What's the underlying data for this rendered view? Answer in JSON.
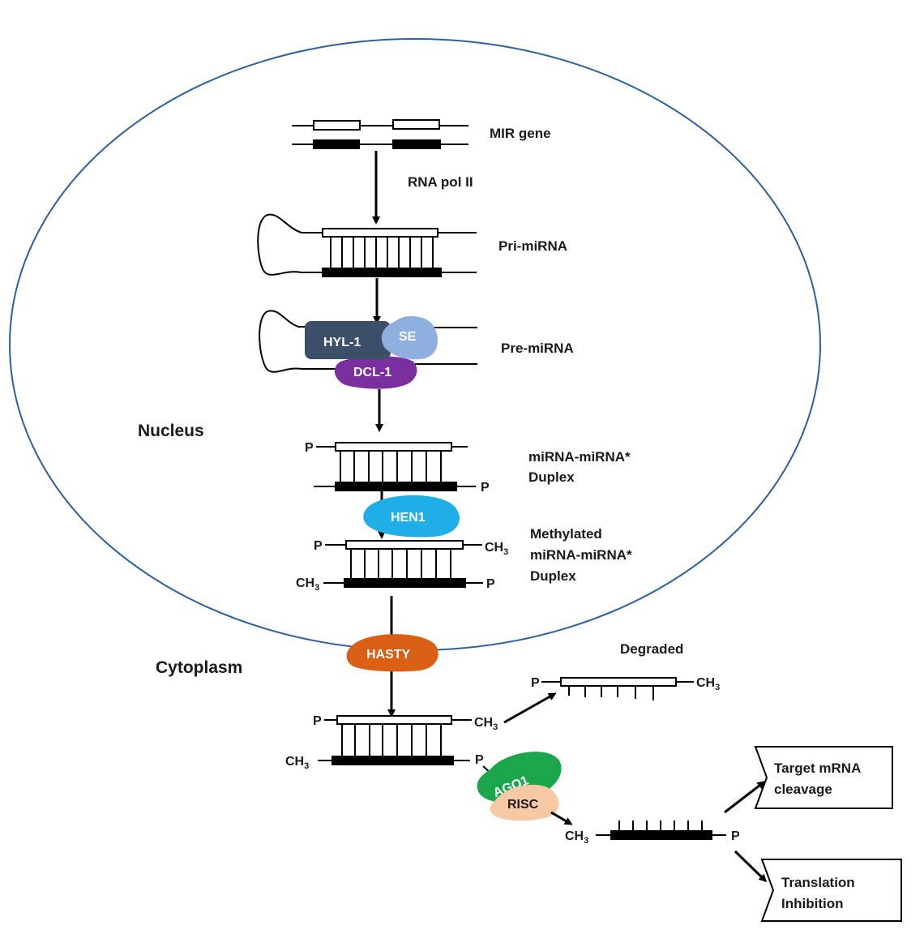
{
  "labels": {
    "mir_gene": "MIR gene",
    "rna_pol": "RNA pol II",
    "pri_mirna": "Pri-miRNA",
    "pre_mirna": "Pre-miRNA",
    "nucleus": "Nucleus",
    "duplex_line1": "miRNA-miRNA*",
    "duplex_line2": "Duplex",
    "meth_line1": "Methylated",
    "meth_line2": "miRNA-miRNA*",
    "meth_line3": "Duplex",
    "cytoplasm": "Cytoplasm",
    "degraded": "Degraded",
    "target_line1": "Target mRNA",
    "target_line2": "cleavage",
    "transl_line1": "Translation",
    "transl_line2": "Inhibition"
  },
  "proteins": {
    "hyl1": "HYL-1",
    "se": "SE",
    "dcl1": "DCL-1",
    "hen1": "HEN1",
    "hasty": "HASTY",
    "ago1": "AGO1",
    "risc": "RISC"
  },
  "ends": {
    "p": "P",
    "ch3": "CH",
    "sub3": "3"
  },
  "colors": {
    "membrane": "#2e5f9e",
    "hyl1": "#3b5068",
    "se": "#8fb0de",
    "dcl1": "#7a2f9e",
    "hen1": "#1faee8",
    "hasty": "#d85f14",
    "ago1": "#1aa64a",
    "risc": "#f7c8a4"
  }
}
